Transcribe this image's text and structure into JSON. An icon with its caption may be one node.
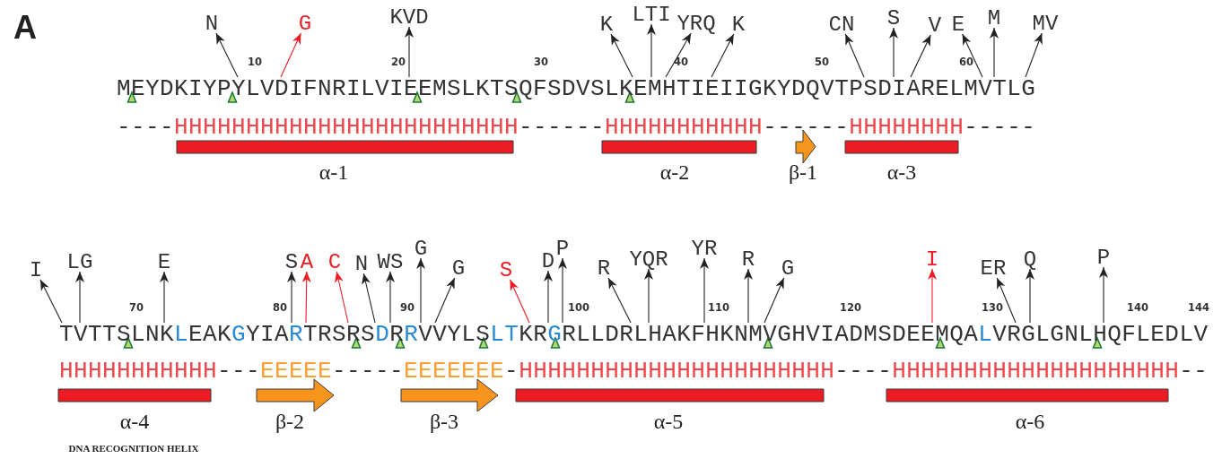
{
  "diagram": {
    "nodes": [
      {
        "text": [
          "N"
        ]
      },
      {
        "text": [
          "G"
        ]
      },
      {
        "text": [
          "KVD"
        ]
      },
      {
        "text": [
          "K"
        ]
      },
      {
        "text": [
          "LTI"
        ]
      },
      {
        "text": [
          "YRQ"
        ]
      },
      {
        "text": [
          "K"
        ]
      },
      {
        "text": [
          "CN"
        ]
      },
      {
        "text": [
          "S"
        ]
      },
      {
        "text": [
          "V"
        ]
      },
      {
        "text": [
          "E"
        ]
      },
      {
        "text": [
          "M"
        ]
      },
      {
        "text": [
          "MV"
        ]
      },
      {
        "text": [],
        "shape": "bar",
        "beside": [
          "α-1"
        ]
      },
      {
        "text": [],
        "shape": "bar",
        "beside": [
          "α-2"
        ]
      },
      {
        "text": [],
        "shape": "arrow",
        "beside": [
          "β-1"
        ]
      },
      {
        "text": [],
        "shape": "bar",
        "beside": [
          "α-3"
        ]
      },
      {
        "text": [
          "I"
        ]
      },
      {
        "text": [
          "LG"
        ]
      },
      {
        "text": [
          "E"
        ]
      },
      {
        "text": [
          "S"
        ]
      },
      {
        "text": [
          "A"
        ]
      },
      {
        "text": [
          "C"
        ]
      },
      {
        "text": [
          "N"
        ]
      },
      {
        "text": [
          "WS"
        ]
      },
      {
        "text": [
          "G"
        ]
      },
      {
        "text": [
          "G"
        ]
      },
      {
        "text": [
          "S"
        ]
      },
      {
        "text": [
          "D"
        ]
      },
      {
        "text": [
          "P"
        ]
      },
      {
        "text": [
          "R"
        ]
      },
      {
        "text": [
          "YQR"
        ]
      },
      {
        "text": [
          "YR"
        ]
      },
      {
        "text": [
          "R"
        ]
      },
      {
        "text": [
          "G"
        ]
      },
      {
        "text": [
          "I"
        ]
      },
      {
        "text": [
          "ER"
        ]
      },
      {
        "text": [
          "Q"
        ]
      },
      {
        "text": [
          "P"
        ]
      },
      {
        "text": [],
        "shape": "bar",
        "beside": [
          "α-4",
          "DNA RECOGNITION HELIX"
        ]
      },
      {
        "text": [],
        "shape": "arrow",
        "beside": [
          "β-2"
        ]
      },
      {
        "text": [],
        "shape": "arrow",
        "beside": [
          "β-3"
        ]
      },
      {
        "text": [],
        "shape": "bar",
        "beside": [
          "α-5"
        ]
      },
      {
        "text": [],
        "shape": "bar",
        "beside": [
          "α-6"
        ]
      },
      {
        "text": [
          "MEYDKIYPYLVDIFNRILVIEEMSLKTSQFSDVSLKEMHTIEIIGKYDQVTPSDIARELMVTLG"
        ]
      },
      {
        "text": [
          "TVTTSLNKLEAKGYIARTRSRSDRRVVYLSLTKRGRLLDRLHAKFHKNMVGHVIADMSDEEMQALVRGLGNLHQFLEDLV"
        ]
      }
    ],
    "edges": [
      {
        "from": 44,
        "to": 0,
        "arrow": "to"
      },
      {
        "from": 44,
        "to": 1,
        "arrow": "to",
        "color": "#ed1c24"
      },
      {
        "from": 44,
        "to": 2,
        "arrow": "to"
      },
      {
        "from": 44,
        "to": 3,
        "arrow": "to"
      },
      {
        "from": 44,
        "to": 4,
        "arrow": "to"
      },
      {
        "from": 44,
        "to": 5,
        "arrow": "to"
      },
      {
        "from": 44,
        "to": 6,
        "arrow": "to"
      },
      {
        "from": 44,
        "to": 7,
        "arrow": "to"
      },
      {
        "from": 44,
        "to": 8,
        "arrow": "to"
      },
      {
        "from": 44,
        "to": 9,
        "arrow": "to"
      },
      {
        "from": 44,
        "to": 10,
        "arrow": "to"
      },
      {
        "from": 44,
        "to": 11,
        "arrow": "to"
      },
      {
        "from": 44,
        "to": 12,
        "arrow": "to"
      },
      {
        "from": 45,
        "to": 17,
        "arrow": "to"
      },
      {
        "from": 45,
        "to": 18,
        "arrow": "to"
      },
      {
        "from": 45,
        "to": 19,
        "arrow": "to"
      },
      {
        "from": 45,
        "to": 20,
        "arrow": "to"
      },
      {
        "from": 45,
        "to": 21,
        "arrow": "to",
        "color": "#ed1c24"
      },
      {
        "from": 45,
        "to": 22,
        "arrow": "to",
        "color": "#ed1c24"
      },
      {
        "from": 45,
        "to": 23,
        "arrow": "to"
      },
      {
        "from": 45,
        "to": 24,
        "arrow": "to"
      },
      {
        "from": 45,
        "to": 25,
        "arrow": "to"
      },
      {
        "from": 45,
        "to": 26,
        "arrow": "to"
      },
      {
        "from": 45,
        "to": 27,
        "arrow": "to",
        "color": "#ed1c24"
      },
      {
        "from": 45,
        "to": 28,
        "arrow": "to"
      },
      {
        "from": 45,
        "to": 29,
        "arrow": "to"
      },
      {
        "from": 45,
        "to": 30,
        "arrow": "to"
      },
      {
        "from": 45,
        "to": 31,
        "arrow": "to"
      },
      {
        "from": 45,
        "to": 32,
        "arrow": "to"
      },
      {
        "from": 45,
        "to": 33,
        "arrow": "to"
      },
      {
        "from": 45,
        "to": 34,
        "arrow": "to"
      },
      {
        "from": 45,
        "to": 35,
        "arrow": "to",
        "color": "#ed1c24"
      },
      {
        "from": 45,
        "to": 36,
        "arrow": "to"
      },
      {
        "from": 45,
        "to": 37,
        "arrow": "to"
      },
      {
        "from": 45,
        "to": 38,
        "arrow": "to"
      }
    ],
    "labels": [
      "A",
      "10",
      "20",
      "30",
      "40",
      "50",
      "60",
      "----HHHHHHHHHHHHHHHHHHHHHHHH------HHHHHHHHHHH------HHHHHHHH-----",
      "70",
      "80",
      "90",
      "100",
      "110",
      "120",
      "130",
      "140",
      "144",
      "HHHHHHHHHHH---EEEEE-----EEEEEEE-HHHHHHHHHHHHHHHHHHHHHH----HHHHHHHHHHHHHHHHHHHH--"
    ]
  }
}
